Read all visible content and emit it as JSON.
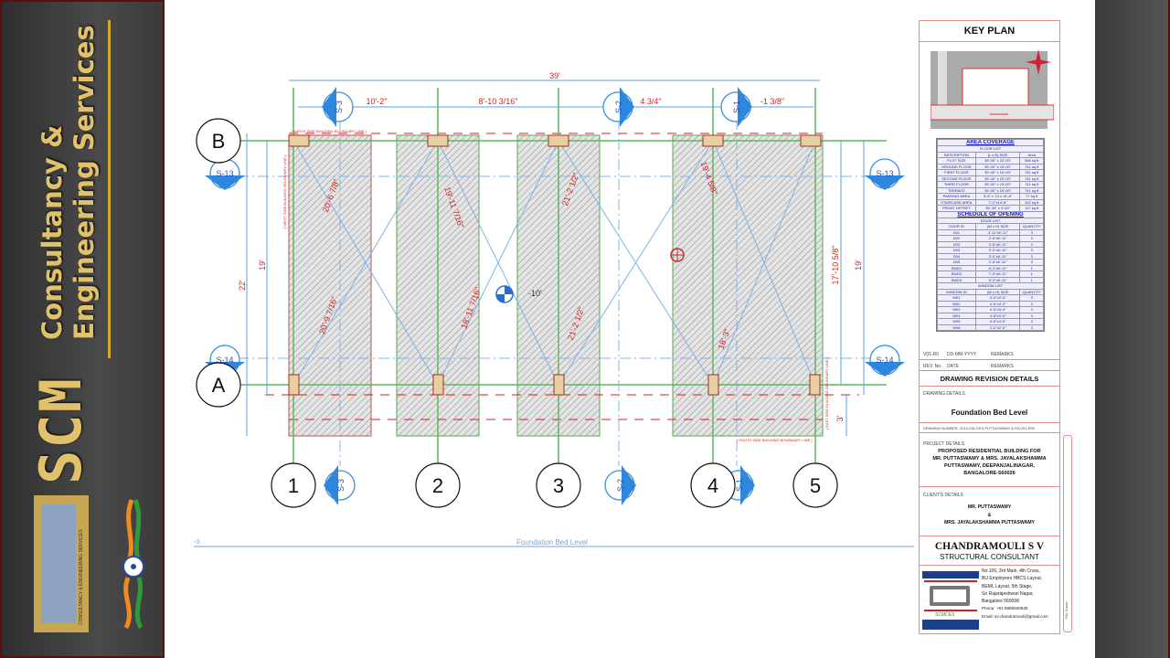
{
  "banner": {
    "brand": "SCM",
    "line1": "Consultancy &",
    "line2": "Engineering Services",
    "logo_caption": "CONSULTANCY & ENGINEERING SERVICES"
  },
  "drawing": {
    "grid_columns": [
      "1",
      "2",
      "3",
      "4",
      "5"
    ],
    "grid_rows": [
      "B",
      "A"
    ],
    "overall_dim": "39'",
    "top_dims": [
      "10'-2\"",
      "8'-10 3/16\"",
      "4 3/4\"",
      "-1 3/8\""
    ],
    "left_dims": [
      "22'",
      "19'"
    ],
    "right_dims": [
      "17'-10 5/8\"",
      "19'",
      "3'"
    ],
    "diagonal_dims": [
      "20'-6 7/8\"",
      "19'-11 7/16\"",
      "21'-2 1/2\"",
      "19'-4 5/8\"",
      "20'-9 7/16\"",
      "18'-11 7/16\"",
      "21'-2 1/2\"",
      "18'-3\""
    ],
    "level_mark": "-10'",
    "sections": {
      "s1": "S-1",
      "s2": "S-2",
      "s3": "S-3",
      "s13": "S-13",
      "s14": "S-14"
    },
    "boundaries": {
      "north": "[ NORTH SIDE BUILDING BOUNDARY LINE ]",
      "south": "[ SOUTH SIDE BUILDING BOUNDARY LINE ]",
      "west": "[ WEST SIDE BUILDING BOUNDARY LINE ]",
      "east": "[ EAST SIDE BUILDING BOUNDARY LINE ]"
    },
    "view_number": "-3.",
    "view_title": "Foundation Bed Level"
  },
  "title_block": {
    "key_plan": "KEY PLAN",
    "area_coverage_title": "AREA COVERAGE",
    "floor_list_title": "FLOOR LIST",
    "floor_headers": [
      "DESCRIPTION",
      "(L x B) SIZE",
      "Area"
    ],
    "floors": [
      [
        "PLOT SIZE",
        "39'-00\" x 22'-00\"",
        "858 sq ft"
      ],
      [
        "GROUND FLOOR",
        "39'-00\" x 19'-00\"",
        "741 sq ft"
      ],
      [
        "FIRST FLOOR",
        "39'-00\" x 19'-00\"",
        "741 sq ft"
      ],
      [
        "SECOND FLOOR",
        "39'-00\" x 19'-00\"",
        "741 sq ft"
      ],
      [
        "THIRD FLOOR",
        "39'-00\" x 19'-00\"",
        "741 sq ft"
      ],
      [
        "TERRACE",
        "39'-00\" x 19'-00\"",
        "741 sq ft"
      ],
      [
        "PARKING AREA",
        "5'-6\" x 13 x 14'-8\"",
        "77 sq ft"
      ],
      [
        "STAIRCASE AREA",
        "7'-2\"x14'-6\"",
        "102 sq ft"
      ],
      [
        "FRONT OFFSET",
        "39'-00\" x 3'-00\"",
        "117 sq ft"
      ]
    ],
    "schedule_title": "SCHEDULE OF OPENING",
    "door_list_title": "DOOR LIST",
    "door_headers": [
      "DOOR ID",
      "(W x H) SIZE",
      "QUANTITY"
    ],
    "doors": [
      [
        "D01",
        "4'-11\"x6'-11\"",
        "3"
      ],
      [
        "D02",
        "2'-6\"x6'-11\"",
        "3"
      ],
      [
        "D03",
        "2'-6\"x6'-11\"",
        "3"
      ],
      [
        "D03",
        "3'-0\"x6'-11\"",
        "3"
      ],
      [
        "D04",
        "3'-0\"x6'-11\"",
        "3"
      ],
      [
        "D05",
        "2'-6\"x6'-11\"",
        "3"
      ],
      [
        "SWD1",
        "6'-2\"x6'-11\"",
        "1"
      ],
      [
        "SWD2",
        "7'-0\"x6'-11\"",
        "1"
      ],
      [
        "SWD3",
        "5'-0\"x6'-11\"",
        "1"
      ]
    ],
    "window_list_title": "WINDOW LIST",
    "window_headers": [
      "WINDOW ID",
      "(W x H) SIZE",
      "QUANTITY"
    ],
    "windows": [
      [
        "W01",
        "4'-0\"x3'-0\"",
        "3"
      ],
      [
        "W02",
        "4'-6\"x4'-0\"",
        "3"
      ],
      [
        "W03",
        "4'-6\"x4'-0\"",
        "3"
      ],
      [
        "W04",
        "4'-6\"x4'-0\"",
        "3"
      ],
      [
        "W05",
        "4'-6\"x4'-0\"",
        "3"
      ],
      [
        "W06",
        "3'-0\"x2'-0\"",
        "3"
      ]
    ],
    "rev_row1": [
      "V01-R0",
      "DD-MM-YYYY",
      "REMARKS"
    ],
    "rev_row2": [
      "REV. No.",
      "DATE",
      "REMARKS"
    ],
    "revision_title": "DRAWING REVISION DETAILS",
    "drawing_details_label": "DRAWING DETAILS",
    "drawing_name": "Foundation Bed Level",
    "drawing_number_label": "DRAWING NUMBER:",
    "drawing_number": "2014-CM-CES-PUTTASWAMY-A-S3-V01-R00",
    "project_label": "PROJECT DETAILS",
    "project_lines": [
      "PROPOSED RESIDENTIAL BUILDING FOR",
      "MR. PUTTASWAMY & MRS. JAYALAKSHAMMA",
      "PUTTASWAMY, DEEPANJALINAGAR,",
      "BANGALORE-560026"
    ],
    "client_label": "CLIENT'S DETAILS",
    "client_lines": [
      "MR. PUTTASWAMY",
      "&",
      "MRS. JAYALAKSHAMMA PUTTASWAMY"
    ],
    "consultant_name": "CHANDRAMOULI S V",
    "consultant_role": "STRUCTURAL CONSULTANT",
    "address_lines": [
      "No.106, 3rd Main, 4th Cross,",
      "BU Employees HBCS Layout,",
      "BEML Layout, 5th Stage,",
      "Sri Rajarajeshwari Nagar,",
      "Bangalore 560098"
    ],
    "phone": "Phone: +91 9986030635",
    "email": "Email: sv.chandramouli@gmail.com",
    "logo_text": "SCMCES",
    "file_name_label": "File Name:"
  },
  "colors": {
    "grid": "#5cb85c",
    "dim": "#3a8fd6",
    "red": "#d62020",
    "footing": "#e6cfa0",
    "gold": "#e1c26a"
  }
}
